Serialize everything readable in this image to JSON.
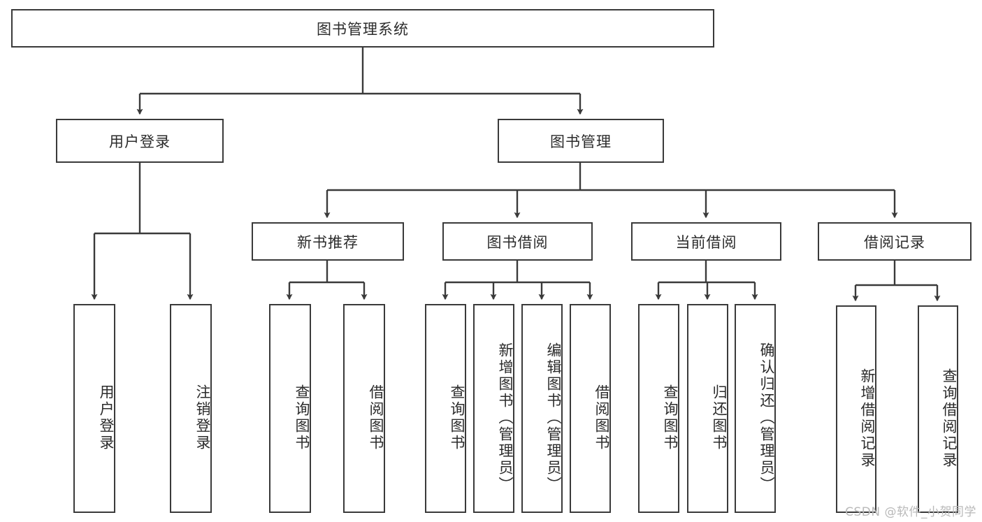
{
  "diagram": {
    "type": "tree-hierarchy",
    "title": "图书管理系统",
    "orientation": "top-down",
    "colors": {
      "background": "#ffffff",
      "node_border": "#3a3a3a",
      "node_fill": "#ffffff",
      "edge": "#3a3a3a",
      "text": "#2b2b2b",
      "watermark": "#b9b9b9"
    },
    "root": {
      "label": "图书管理系统"
    },
    "level2": [
      {
        "label": "用户登录"
      },
      {
        "label": "图书管理"
      }
    ],
    "level3": [
      {
        "label": "新书推荐"
      },
      {
        "label": "图书借阅"
      },
      {
        "label": "当前借阅"
      },
      {
        "label": "借阅记录"
      }
    ],
    "leaves": {
      "user_login": [
        {
          "label": "用户登录"
        },
        {
          "label": "注销登录"
        }
      ],
      "new_book_recommend": [
        {
          "label": "查询图书"
        },
        {
          "label": "借阅图书"
        }
      ],
      "book_borrow": [
        {
          "label": "查询图书"
        },
        {
          "label": "新增图书（管理员）"
        },
        {
          "label": "编辑图书（管理员）"
        },
        {
          "label": "借阅图书"
        }
      ],
      "current_borrow": [
        {
          "label": "查询图书"
        },
        {
          "label": "归还图书"
        },
        {
          "label": "确认归还（管理员）"
        }
      ],
      "borrow_record": [
        {
          "label": "新增借阅记录"
        },
        {
          "label": "查询借阅记录"
        }
      ]
    },
    "watermark": "CSDN @软件_小贺同学"
  }
}
